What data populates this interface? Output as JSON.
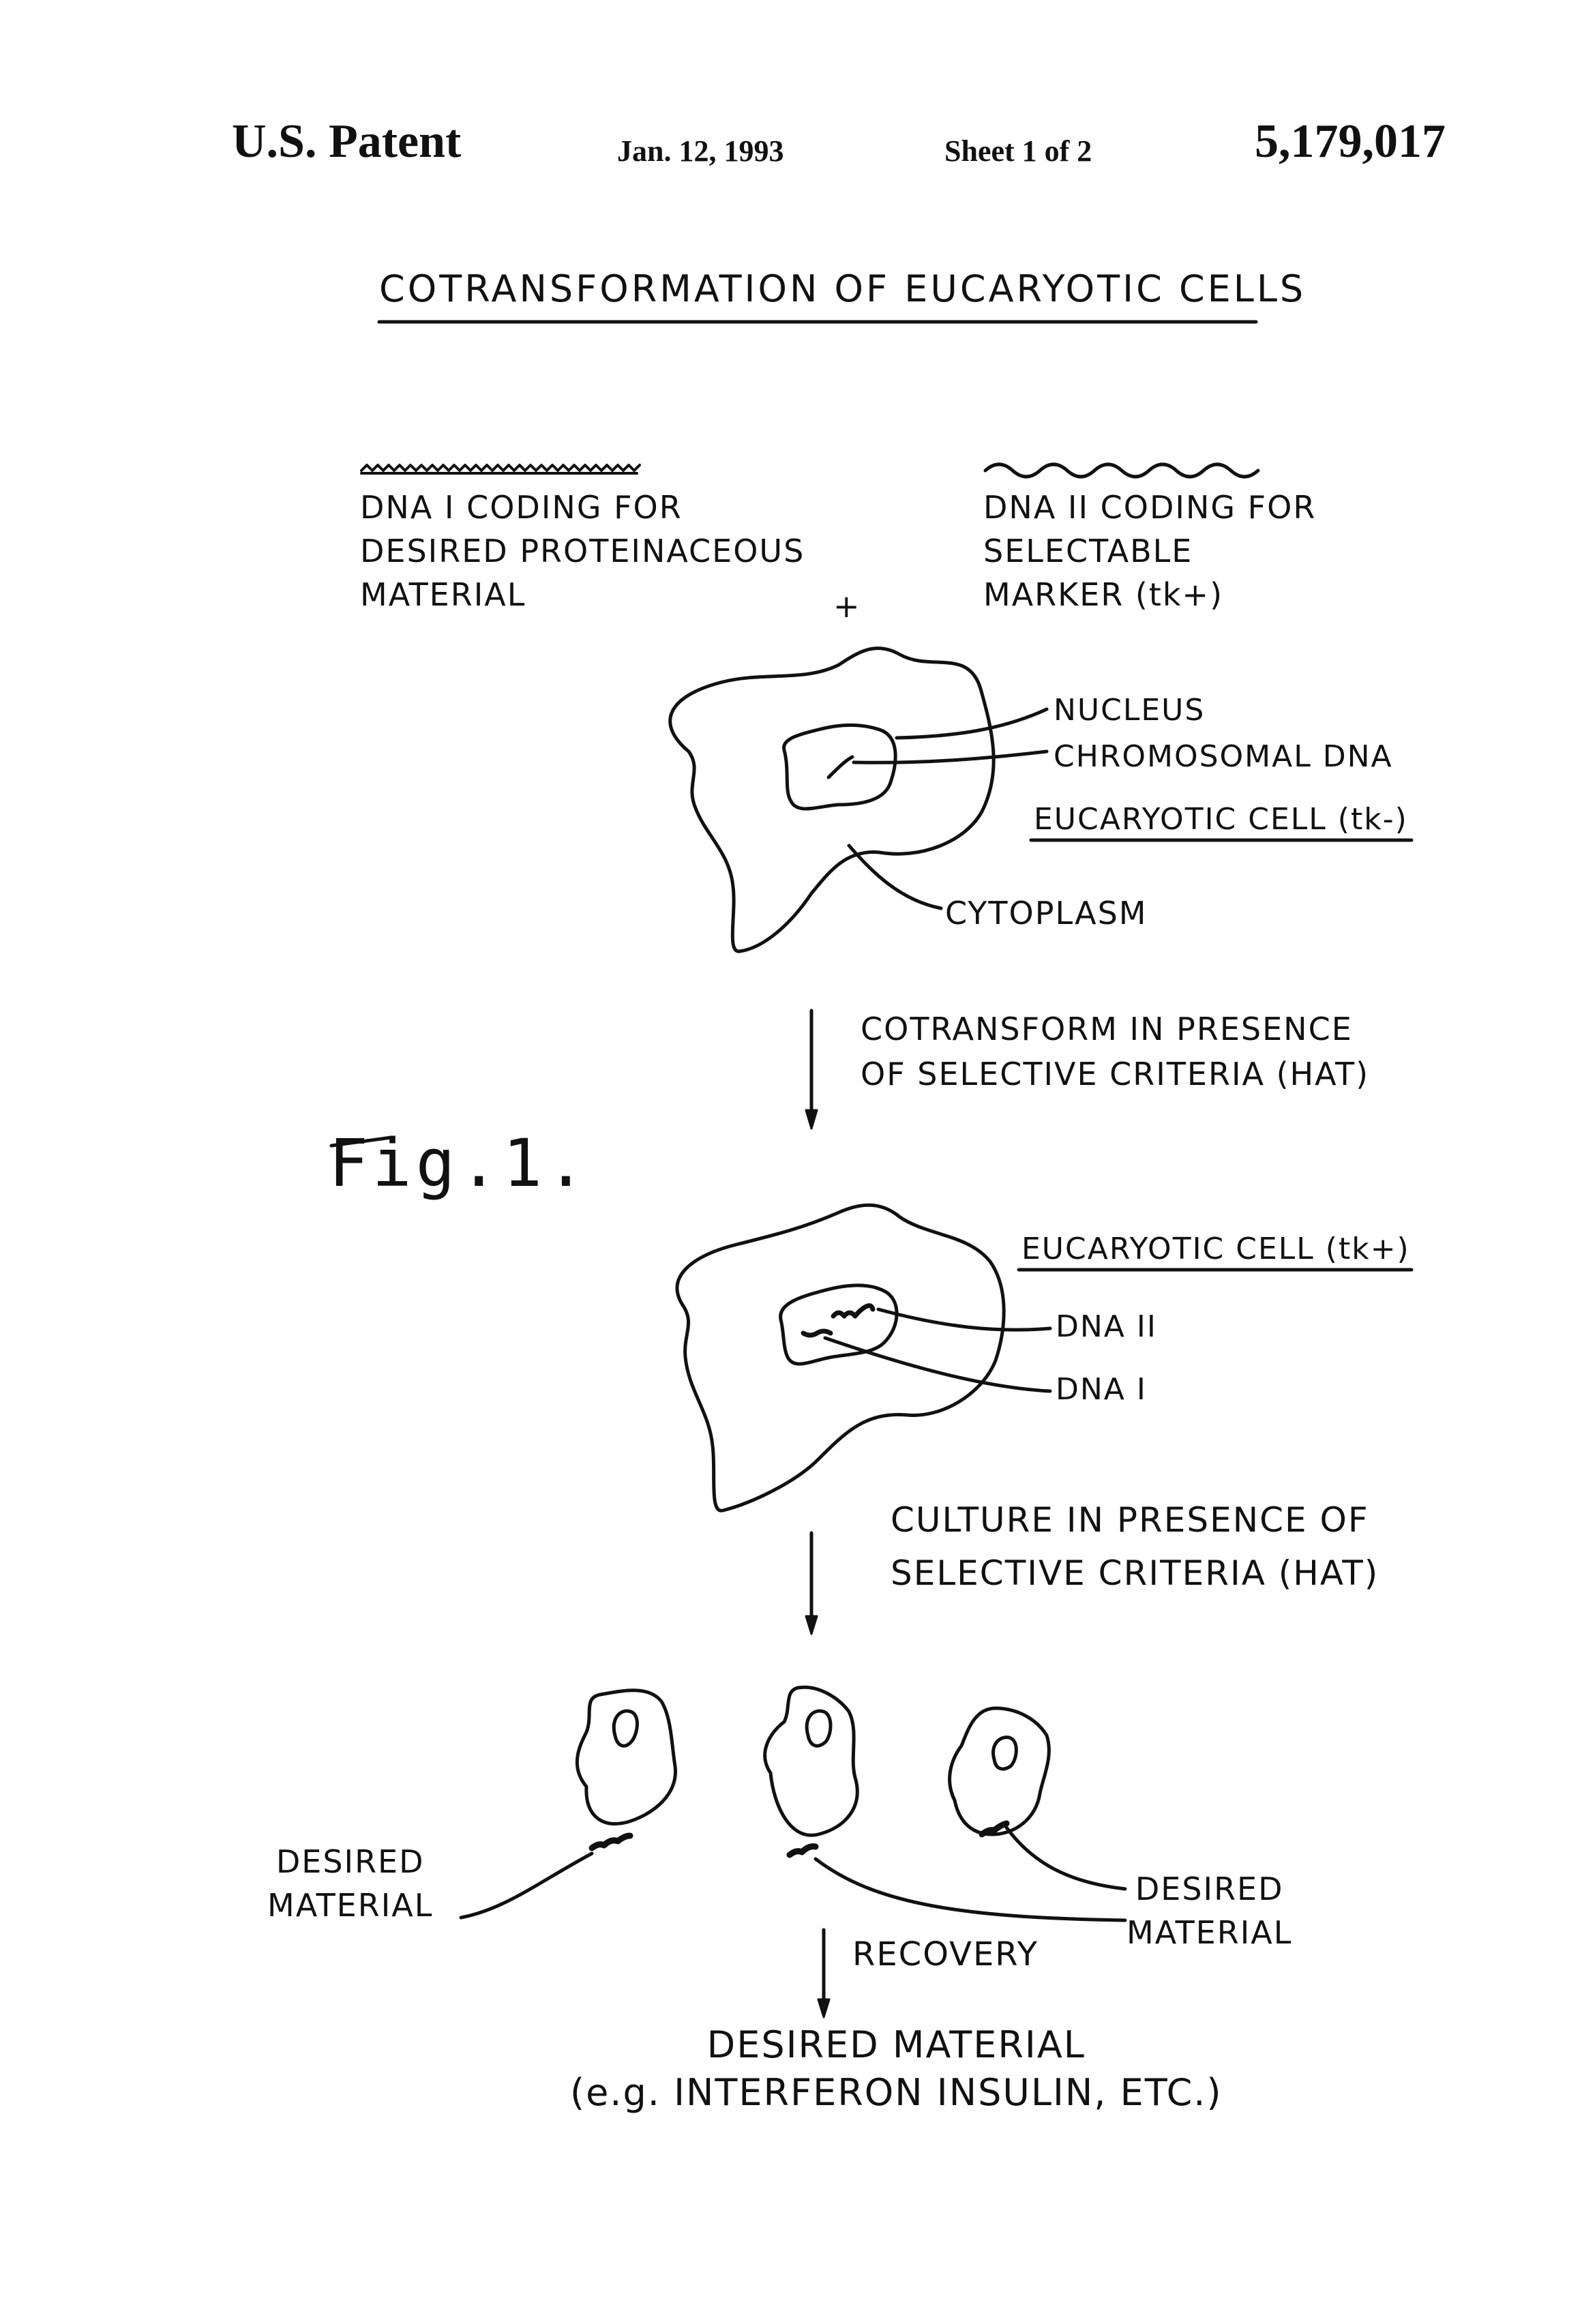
{
  "header": {
    "left": "U.S. Patent",
    "date": "Jan. 12, 1993",
    "sheet": "Sheet 1 of 2",
    "patent_number": "5,179,017"
  },
  "diagram": {
    "title": "COTRANSFORMATION OF EUCARYOTIC CELLS",
    "dna1": {
      "line1": "DNA I CODING FOR",
      "line2": "DESIRED PROTEINACEOUS",
      "line3": "MATERIAL"
    },
    "dna2": {
      "line1": "DNA II CODING FOR",
      "line2": "SELECTABLE",
      "line3": "MARKER (tk+)"
    },
    "plus": "+",
    "cell1": {
      "nucleus_label": "NUCLEUS",
      "chromosomal_label": "CHROMOSOMAL DNA",
      "cell_label": "EUCARYOTIC CELL (tk-)",
      "cytoplasm_label": "CYTOPLASM"
    },
    "step1": {
      "line1": "COTRANSFORM IN PRESENCE",
      "line2": "OF SELECTIVE CRITERIA (HAT)"
    },
    "figure_label": "Fig.1.",
    "cell2": {
      "cell_label": "EUCARYOTIC CELL (tk+)",
      "dna2_label": "DNA II",
      "dna1_label": "DNA I"
    },
    "step2": {
      "line1": "CULTURE IN PRESENCE OF",
      "line2": "SELECTIVE CRITERIA (HAT)"
    },
    "cells3": {
      "left_label_line1": "DESIRED",
      "left_label_line2": "MATERIAL",
      "right_label_line1": "DESIRED",
      "right_label_line2": "MATERIAL"
    },
    "step3": "RECOVERY",
    "result": {
      "line1": "DESIRED MATERIAL",
      "line2": "(e.g. INTERFERON INSULIN, ETC.)"
    }
  },
  "colors": {
    "ink": "#111111",
    "paper": "#ffffff"
  }
}
